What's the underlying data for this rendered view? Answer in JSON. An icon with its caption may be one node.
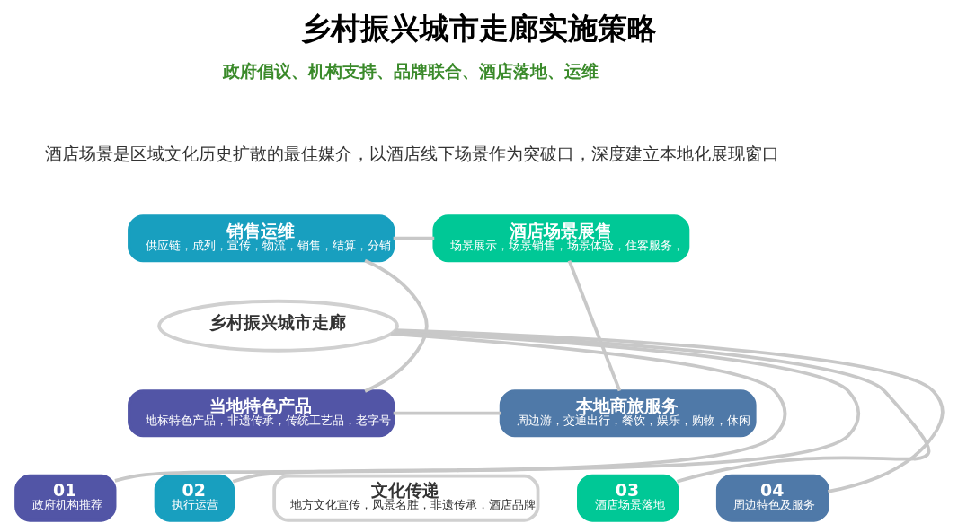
{
  "diagram": {
    "title": "乡村振兴城市走廊实施策略",
    "nodes": [
      {
        "text": [
          "乡村振兴城市走廊"
        ]
      },
      {
        "text": [
          "销售运维",
          "供应链，成列，宣传，物流，销售，结算，分销"
        ]
      },
      {
        "text": [
          "酒店场景展售",
          "场景展示，场景销售，场景体验，住客服务，"
        ]
      },
      {
        "text": [
          "当地特色产品",
          "地标特色产品，非遗传承，传统工艺品，老字号"
        ]
      },
      {
        "text": [
          "本地商旅服务",
          "周边游，交通出行，餐饮，娱乐，购物，休闲"
        ]
      },
      {
        "text": [
          "01",
          "政府机构推荐"
        ]
      },
      {
        "text": [
          "02",
          "执行运营"
        ]
      },
      {
        "text": [
          "文化传递",
          "地方文化宣传，风景名胜，非遗传承，酒店品牌"
        ]
      },
      {
        "text": [
          "03",
          "酒店场景落地"
        ]
      },
      {
        "text": [
          "04",
          "周边特色及服务"
        ]
      }
    ],
    "edges": [
      {
        "from": 1,
        "to": 2,
        "arrow": "none"
      },
      {
        "from": 2,
        "to": 4,
        "arrow": "none"
      },
      {
        "from": 4,
        "to": 3,
        "arrow": "none"
      },
      {
        "from": 3,
        "to": 1,
        "arrow": "none"
      },
      {
        "from": 5,
        "to": 0,
        "arrow": "none"
      },
      {
        "from": 6,
        "to": 0,
        "arrow": "none"
      },
      {
        "from": 8,
        "to": 0,
        "arrow": "none"
      },
      {
        "from": 9,
        "to": 0,
        "arrow": "none"
      }
    ],
    "labels": [
      "政府倡议、机构支持、品牌联合、酒店落地、运维",
      "酒店场景是区域文化历史扩散的最佳媒介，以酒店线下场景作为突破口，深度建立本地化展现窗口"
    ]
  }
}
